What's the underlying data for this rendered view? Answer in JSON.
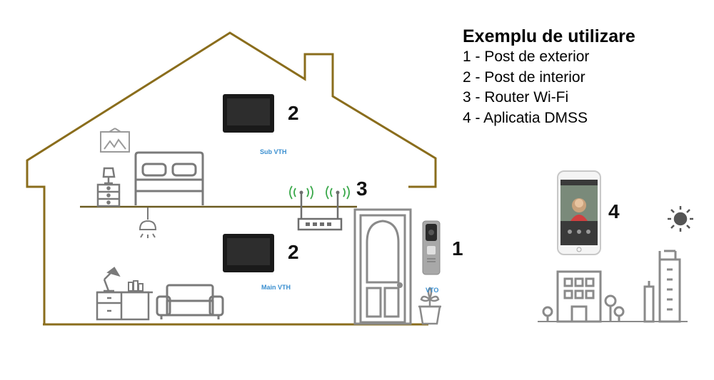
{
  "legend": {
    "title": "Exemplu de utilizare",
    "items": [
      "1 - Post de exterior",
      "2 - Post de interior",
      "3 - Router Wi-Fi",
      "4 - Aplicatia DMSS"
    ]
  },
  "markers": {
    "sub_monitor": "2",
    "main_monitor": "2",
    "router": "3",
    "door_station": "1",
    "phone": "4"
  },
  "labels": {
    "sub_vth": "Sub VTH",
    "main_vth": "Main VTH",
    "vto": "VTO"
  },
  "colors": {
    "house_outline": "#8a6d1c",
    "furniture": "#7a7a7a",
    "monitor": "#1a1a1a",
    "label_blue": "#3a8fd0",
    "wifi_green": "#3aa84a"
  }
}
